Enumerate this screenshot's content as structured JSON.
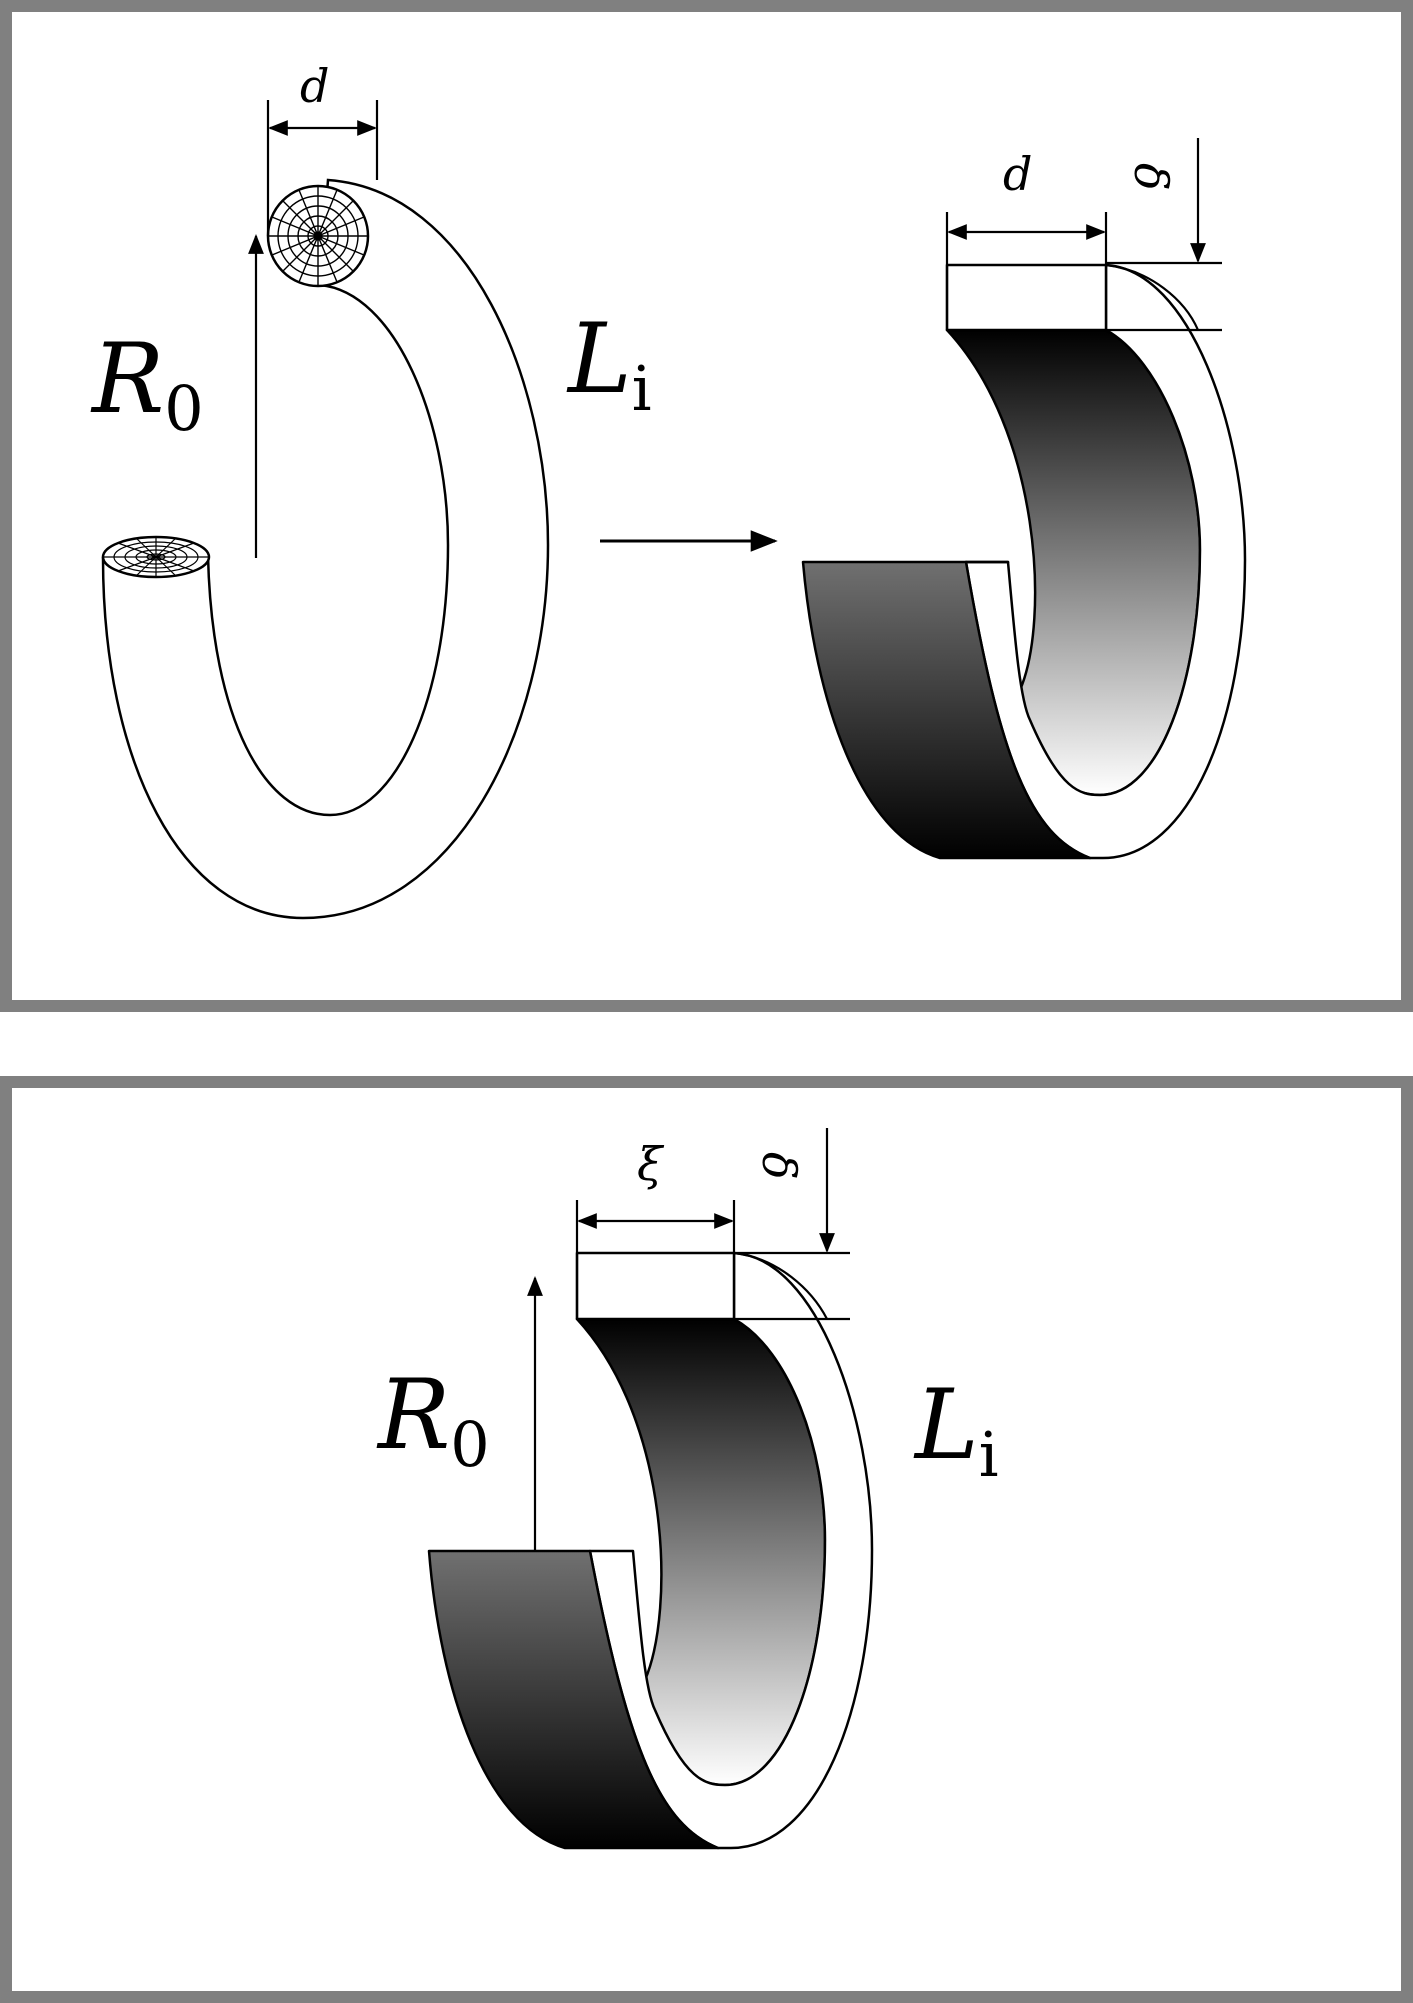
{
  "top_panel": {
    "left_figure": {
      "diameter_label": "d",
      "radius_label": "R",
      "radius_subscript": "0",
      "length_label": "L",
      "length_subscript": "i"
    },
    "right_figure": {
      "width_label": "d",
      "thickness_label": "δ"
    }
  },
  "bottom_panel": {
    "width_label": "ξ",
    "thickness_label": "δ",
    "radius_label": "R",
    "radius_subscript": "0",
    "length_label": "L",
    "length_subscript": "i"
  },
  "colors": {
    "border": "#808080",
    "band_dark": "#000000",
    "band_mid": "#707070",
    "band_light": "#ffffff"
  }
}
